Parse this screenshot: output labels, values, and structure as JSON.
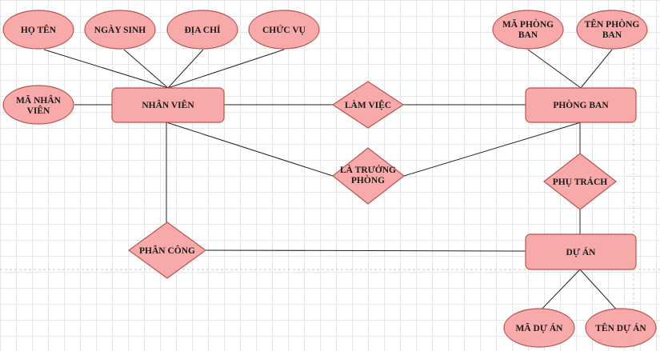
{
  "nodes": {
    "ho_ten": "HỌ TÊN",
    "ngay_sinh": "NGÀY SINH",
    "dia_chi": "ĐỊA CHỈ",
    "chuc_vu": "CHỨC VỤ",
    "ma_nhan_vien": [
      "MÃ NHÂN",
      "VIÊN"
    ],
    "nhan_vien": "NHÂN VIÊN",
    "lam_viec": "LÀM VIỆC",
    "phong_ban": "PHÒNG BAN",
    "ma_phong_ban": [
      "MÃ PHÒNG",
      "BAN"
    ],
    "ten_phong_ban": [
      "TÊN PHÒNG",
      "BAN"
    ],
    "la_truong_phong": [
      "LÀ TRƯỞNG",
      "PHÒNG"
    ],
    "phu_trach": "PHỤ TRÁCH",
    "phan_cong": "PHÂN CÔNG",
    "du_an": "DỰ ÁN",
    "ma_du_an": "MÃ DỰ ÁN",
    "ten_du_an": "TÊN DỰ ÁN"
  },
  "colors": {
    "fill": "#f8a9a9",
    "stroke": "#b85450",
    "edge": "#222222"
  }
}
